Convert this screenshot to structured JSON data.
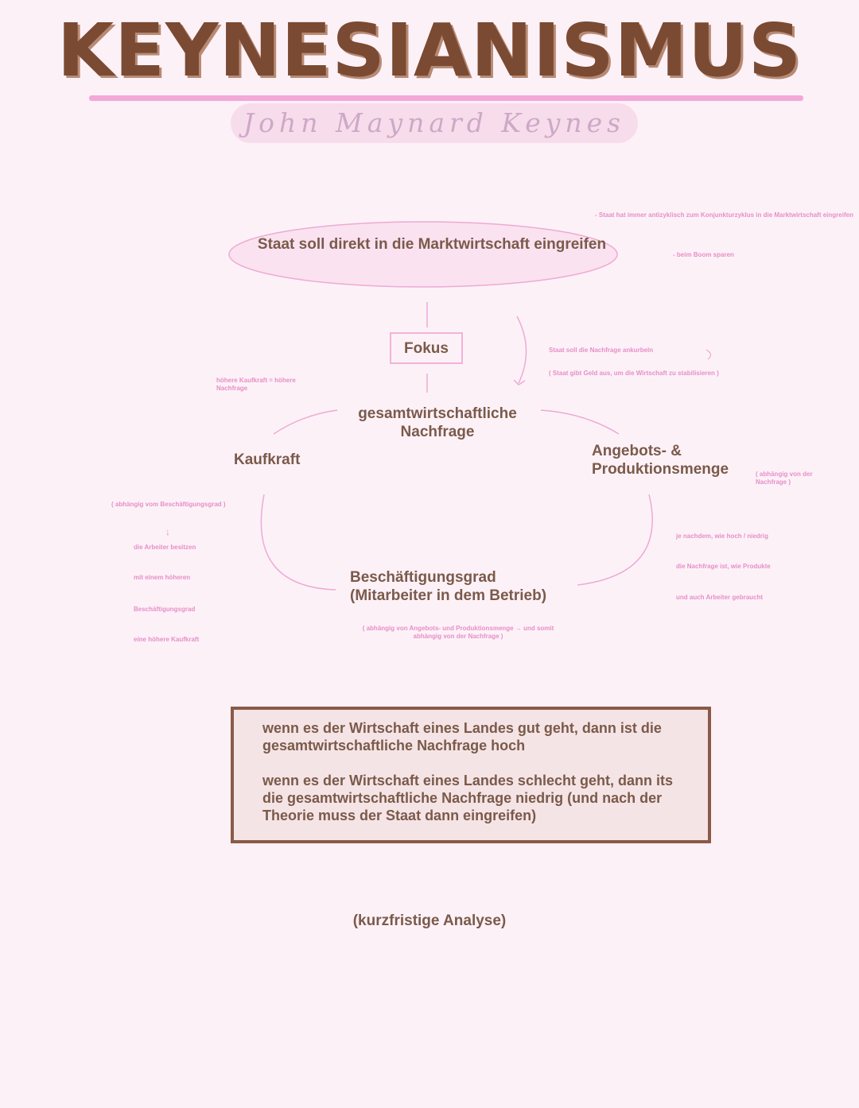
{
  "header": {
    "title": "KEYNESIANISMUS",
    "subtitle": "John Maynard Keynes"
  },
  "diagram": {
    "top_node": "Staat soll direkt in die Marktwirtschaft eingreifen",
    "focus_label": "Fokus",
    "center_node": "gesamtwirtschaftliche Nachfrage",
    "left_node": "Kaufkraft",
    "right_node": "Angebots- & Produktionsmenge",
    "bottom_node": "Beschäftigungsgrad (Mitarbeiter in dem Betrieb)"
  },
  "notes": {
    "top_right_1": "- Staat hat immer antizyklisch zum Konjunkturzyklus in die Marktwirtschaft eingreifen",
    "top_right_2": "- beim Boom sparen",
    "mid_right_1": "Staat soll die Nachfrage ankurbeln",
    "mid_right_2": "( Staat gibt Geld aus, um die Wirtschaft zu stabilisieren )",
    "left_top": "höhere Kaufkraft = höhere Nachfrage",
    "left_1": "( abhängig vom Beschäftigungsgrad )",
    "left_arrow": "↓",
    "left_2": "die Arbeiter besitzen",
    "left_3": "mit einem höheren",
    "left_4": "Beschäftigungsgrad",
    "left_5": "eine höhere Kaufkraft",
    "right_1": "( abhängig von der Nachfrage )",
    "right_2": "je nachdem, wie hoch / niedrig",
    "right_3": "die Nachfrage ist, wie Produkte",
    "right_4": "und auch Arbeiter gebraucht",
    "bottom": "( abhängig von Angebots- und Produktionsmenge → und somit abhängig von der Nachfrage )"
  },
  "summary": {
    "paragraph_1": "wenn es der Wirtschaft eines Landes gut geht, dann ist die gesamtwirtschaftliche Nachfrage hoch",
    "paragraph_2": "wenn es der Wirtschaft eines Landes schlecht geht, dann its die gesamtwirtschaftliche Nachfrage niedrig (und nach der Theorie muss der Staat dann eingreifen)"
  },
  "footer": {
    "note": "(kurzfristige Analyse)"
  },
  "colors": {
    "title": "#7a4a32",
    "accent_pink": "#f3a8d8",
    "note_pink": "#e58fc6",
    "box_border": "#8a5a48",
    "box_fill": "#f5e4e5",
    "background": "#fdf1f8"
  }
}
